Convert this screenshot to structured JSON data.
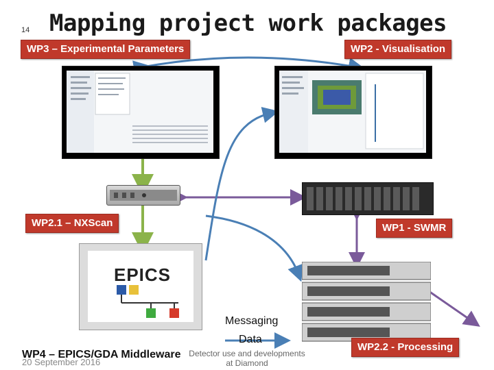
{
  "slide": {
    "number": "14",
    "title": "Mapping project work packages"
  },
  "labels": {
    "wp3": "WP3 – Experimental Parameters",
    "wp2": "WP2 - Visualisation",
    "wp21": "WP2.1 – NXScan",
    "wp1": "WP1 - SWMR",
    "wp22": "WP2.2 - Processing",
    "wp4": "WP4 – EPICS/GDA Middleware"
  },
  "epics": {
    "logo_text": "EPICS"
  },
  "captions": {
    "messaging": "Messaging",
    "data": "Data"
  },
  "footer": {
    "date": "20 September 2016",
    "line1": "Detector use and developments",
    "line2": "at Diamond"
  },
  "colors": {
    "label_bg": "#c0392b",
    "arrow_green": "#8bb34a",
    "arrow_blue": "#4a7fb5",
    "arrow_purple": "#7a5a9a"
  },
  "icons": [
    "server-rack-icon",
    "storage-rack-icon",
    "monitor-icon",
    "epics-logo-icon"
  ]
}
